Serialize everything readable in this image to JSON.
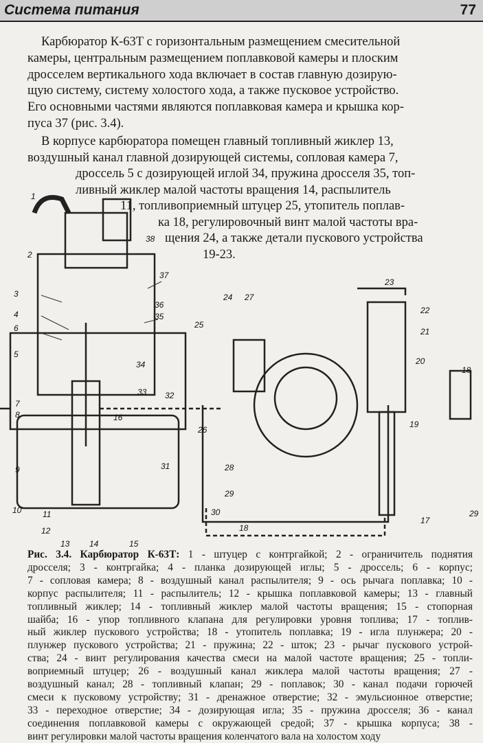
{
  "header": {
    "title": "Система питания",
    "page_number": "77"
  },
  "body": {
    "para1": [
      "Карбюратор К-63Т с горизонтальным размещением смесительной",
      "камеры, центральным размещением поплавковой камеры и плоским",
      "дросселем вертикального хода включает в состав главную дозирую-",
      "щую систему, систему холостого хода, а также пусковое устройство.",
      "Его основными частями являются поплавковая камера и крышка кор-",
      "пуса 37 (рис. 3.4)."
    ],
    "para2": [
      "В корпусе карбюратора помещен главный топливный жиклер 13,",
      "воздушный канал главной дозирующей системы, сопловая камера 7,",
      "дроссель 5 с дозирующей иглой 34, пружина дросселя 35, топ-",
      "ливный жиклер малой частоты вращения 14, распылитель",
      "11, топливоприемный штуцер 25, утопитель поплав-",
      "ка 18, регулировочный винт малой частоты вра-",
      "щения 24, а также детали пускового устройства",
      "19-23."
    ]
  },
  "figure": {
    "labels": [
      "1",
      "2",
      "3",
      "4",
      "5",
      "6",
      "7",
      "8",
      "9",
      "10",
      "11",
      "12",
      "13",
      "14",
      "15",
      "16",
      "17",
      "18",
      "19",
      "20",
      "21",
      "22",
      "23",
      "24",
      "25",
      "26",
      "27",
      "28",
      "29",
      "30",
      "31",
      "32",
      "33",
      "34",
      "35",
      "36",
      "37",
      "38",
      "18",
      "29"
    ]
  },
  "caption": {
    "prefix": "Рис. 3.4. Карбюратор К-63Т:",
    "lines": [
      " 1 - штуцер с контргайкой; 2 - ограничитель поднятия",
      "дросселя; 3 - контргайка; 4 - планка дозирующей иглы; 5 - дроссель; 6 - корпус;",
      "7 - сопловая камера; 8 - воздушный канал распылителя; 9 - ось рычага поплавка; 10 -",
      "корпус распылителя; 11 - распылитель; 12 - крышка поплавковой камеры; 13 - главный",
      "топливный жиклер; 14 - топливный жиклер малой частоты вращения; 15 - стопорная",
      "шайба; 16 - упор топливного клапана для регулировки уровня топлива; 17 - топлив-",
      "ный жиклер пускового устройства; 18 - утопитель поплавка; 19 - игла плунжера; 20 -",
      "плунжер пускового устройства; 21 - пружина; 22 - шток; 23 - рычаг пускового устрой-",
      "ства; 24 - винт регулирования качества смеси на малой частоте вращения; 25 - топли-",
      "воприемный штуцер; 26 - воздушный канал жиклера малой частоты вращения; 27 -",
      "воздушный канал; 28 - топливный клапан; 29 - поплавок; 30 - канал подачи горючей",
      "смеси к пусковому устройству; 31 - дренажное отверстие; 32 - эмульсионное отверстие;",
      "33 - переходное отверстие; 34 - дозирующая игла; 35 - пружина дросселя; 36 - канал",
      "соединения поплавковой камеры с окружающей средой; 37 - крышка корпуса; 38 -",
      "винт регулировки малой частоты вращения коленчатого вала на холостом ходу"
    ]
  }
}
